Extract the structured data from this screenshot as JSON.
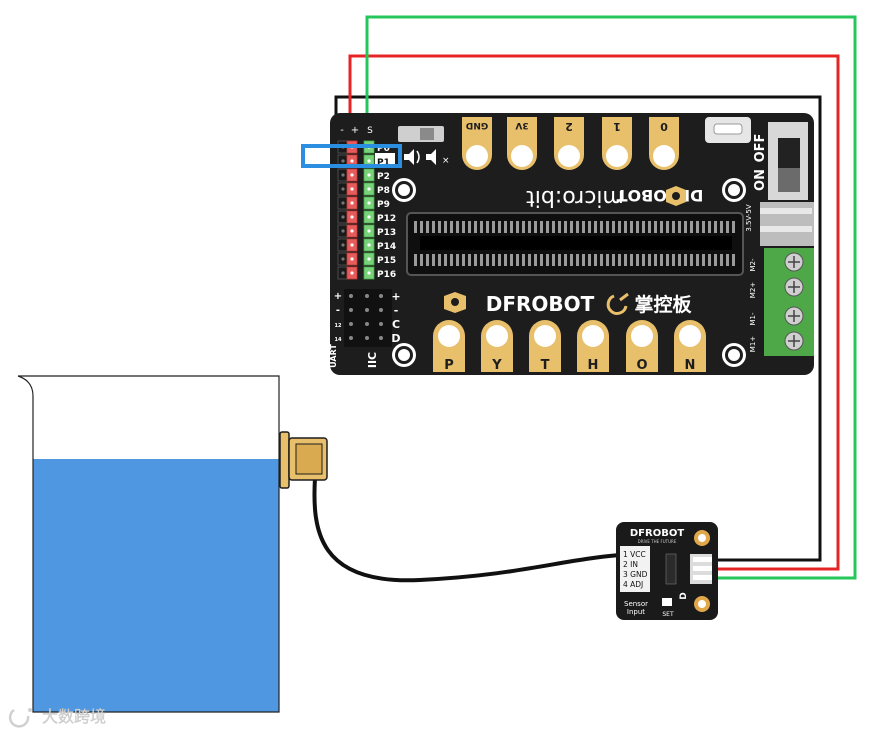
{
  "board": {
    "brand": "DFROBOT",
    "product": "micro:bit",
    "chinese_name": "掌控板",
    "top_pads": [
      "GND",
      "3V",
      "2",
      "1",
      "0"
    ],
    "bottom_pads": [
      "P",
      "Y",
      "T",
      "H",
      "O",
      "N"
    ],
    "pin_labels": [
      "P0",
      "P1",
      "P2",
      "P8",
      "P9",
      "P12",
      "P13",
      "P14",
      "P15",
      "P16"
    ],
    "header_minus": "-",
    "header_plus": "+",
    "header_s": "S",
    "switch_on": "ON",
    "switch_off": "OFF",
    "volt_label": "3.5V-5V",
    "motor_labels": [
      "M2-",
      "M2+",
      "M1-",
      "M1+"
    ],
    "uart_label": "UART",
    "iic_label": "IIC",
    "iic_pins": [
      "+",
      "-",
      "C",
      "D"
    ],
    "uart_pins": [
      "+",
      "-",
      "12",
      "14"
    ]
  },
  "sensor": {
    "brand": "DFROBOT",
    "tagline": "DRIVE THE FUTURE",
    "pins": [
      "1 VCC",
      "2 IN",
      "3 GND",
      "4 ADJ"
    ],
    "caption": "Sensor Input",
    "set_label": "SET",
    "mark": "D"
  },
  "watermark": "大数跨境",
  "colors": {
    "board": "#1d1d1d",
    "pad_gold": "#e8bf6a",
    "water": "#4f97e0",
    "highlight": "#2a8fe0",
    "wire_red": "#e52424",
    "wire_green": "#25c65a",
    "wire_black": "#111111",
    "terminal_green": "#4ea848",
    "header_red": "#e85b5b",
    "header_green": "#79d27a"
  }
}
